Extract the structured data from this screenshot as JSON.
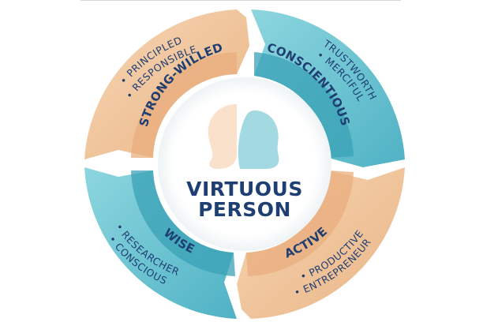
{
  "center": {
    "lines": [
      "VIRTUOUS",
      "PERSON"
    ]
  },
  "segments": {
    "strong_willed": {
      "title": "STRONG-WILLED",
      "items": [
        "• PRINCIPLED",
        "• RESPONSIBLE"
      ]
    },
    "conscientious": {
      "title": "CONSCIENTIOUS",
      "items": [
        "• TRUSTWORTHY",
        "• MERCIFUL"
      ]
    },
    "active": {
      "title": "ACTIVE",
      "items": [
        "• PRODUCTIVE",
        "• ENTREPRENEUR"
      ]
    },
    "wise": {
      "title": "WISE",
      "items": [
        "• RESEARCHER",
        "• CONSCIOUS"
      ]
    }
  },
  "colors": {
    "teal": "#6cc4d0",
    "teal_dark": "#3aa2b6",
    "peach": "#f2c79d",
    "peach_dark": "#e3a877",
    "navy_text": "#1f3f73"
  },
  "icons": [
    "child-silhouette-icon",
    "adult-silhouette-icon"
  ]
}
